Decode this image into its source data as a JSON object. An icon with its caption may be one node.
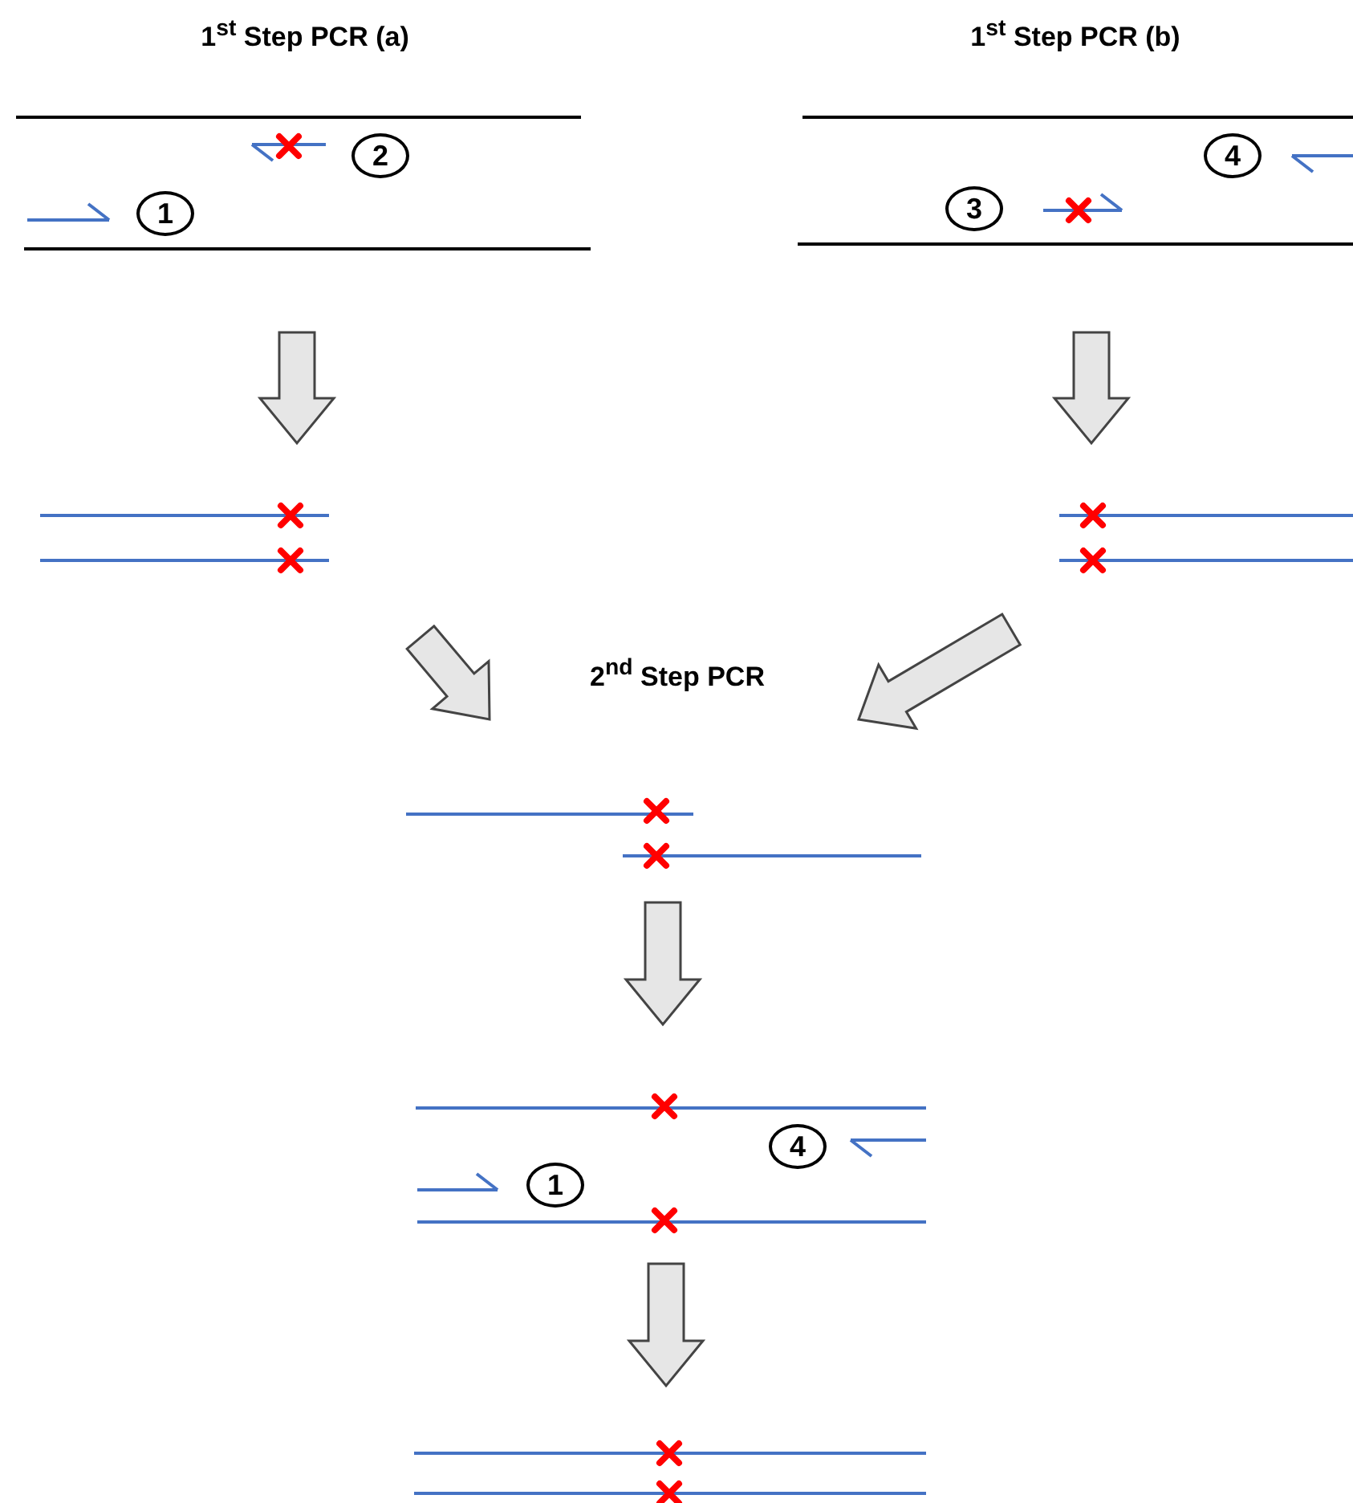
{
  "diagram": {
    "nodes": [
      {
        "text": [
          "1$^{st}$ Step PCR (a)"
        ]
      },
      {
        "text": [
          "1$^{st}$ Step PCR (b)"
        ]
      },
      {
        "text": [],
        "shape": "picture"
      },
      {
        "text": [],
        "shape": "picture"
      },
      {
        "text": [],
        "shape": "picture"
      },
      {
        "text": [],
        "shape": "picture"
      },
      {
        "text": [],
        "shape": "picture"
      }
    ],
    "edges": [
      {
        "from": 0,
        "to": 2,
        "arrow": "to"
      },
      {
        "from": 1,
        "to": 3,
        "arrow": "to"
      },
      {
        "from": 2,
        "to": 4,
        "arrow": "to"
      },
      {
        "from": 3,
        "to": 4,
        "arrow": "to"
      },
      {
        "from": 4,
        "to": 5,
        "arrow": "to"
      },
      {
        "from": 5,
        "to": 6,
        "arrow": "to"
      }
    ],
    "labels": [
      "2",
      "1",
      "4",
      "3",
      "2$^{nd}$ Step PCR",
      "4",
      "1"
    ]
  }
}
